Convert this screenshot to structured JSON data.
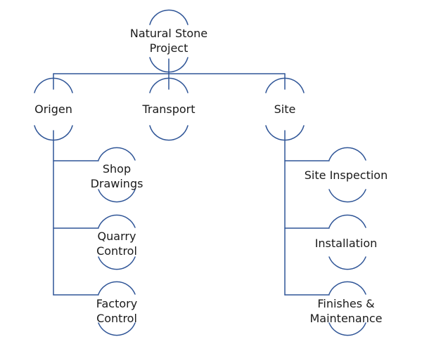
{
  "root": {
    "lines": [
      "Natural Stone",
      "Project"
    ]
  },
  "branches": [
    {
      "lines": [
        "Origen"
      ],
      "children": [
        {
          "lines": [
            "Shop",
            "Drawings"
          ]
        },
        {
          "lines": [
            "Quarry",
            "Control"
          ]
        },
        {
          "lines": [
            "Factory",
            "Control"
          ]
        }
      ]
    },
    {
      "lines": [
        "Transport"
      ],
      "children": []
    },
    {
      "lines": [
        "Site"
      ],
      "children": [
        {
          "lines": [
            "Site Inspection"
          ]
        },
        {
          "lines": [
            "Installation"
          ]
        },
        {
          "lines": [
            "Finishes &",
            "Maintenance"
          ]
        }
      ]
    }
  ],
  "colors": {
    "line": "#2f5597",
    "text": "#1a1a1a"
  }
}
